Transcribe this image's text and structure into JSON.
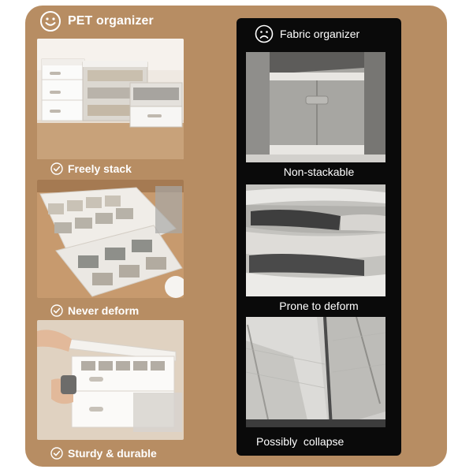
{
  "left": {
    "title": "PET organizer",
    "header_icon": "smiley-face-icon",
    "check_icon": "check-circle-icon",
    "features": [
      "Freely stack",
      "Never deform",
      "Sturdy & durable"
    ]
  },
  "right": {
    "title": "Fabric organizer",
    "header_icon": "frown-face-icon",
    "drawbacks": [
      "Non-stackable",
      "Prone to deform",
      "Possibly  collapse"
    ]
  },
  "colors": {
    "panel": "#b78d63",
    "dark_panel": "#0a0a0a",
    "text": "#ffffff"
  }
}
